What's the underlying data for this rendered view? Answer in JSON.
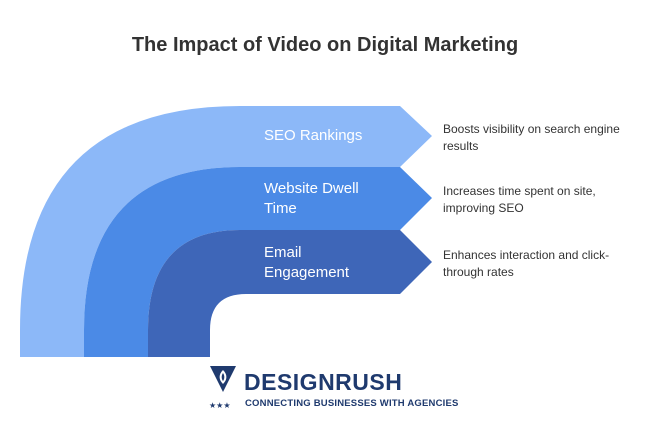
{
  "title": "The Impact of Video on Digital Marketing",
  "layers": [
    {
      "label_lines": [
        "SEO Rankings"
      ],
      "description": "Boosts visibility on search engine results",
      "color": "#8cb8f8"
    },
    {
      "label_lines": [
        "Website Dwell",
        "Time"
      ],
      "description": "Increases time spent on site, improving SEO",
      "color": "#4b8ae6"
    },
    {
      "label_lines": [
        "Email",
        "Engagement"
      ],
      "description": "Enhances interaction and click-through rates",
      "color": "#3e66b8"
    }
  ],
  "logo": {
    "wordmark": "DESIGNRUSH",
    "tagline": "CONNECTING BUSINESSES WITH AGENCIES",
    "icon": "designrush-shield-icon",
    "color": "#1f3a6e"
  }
}
